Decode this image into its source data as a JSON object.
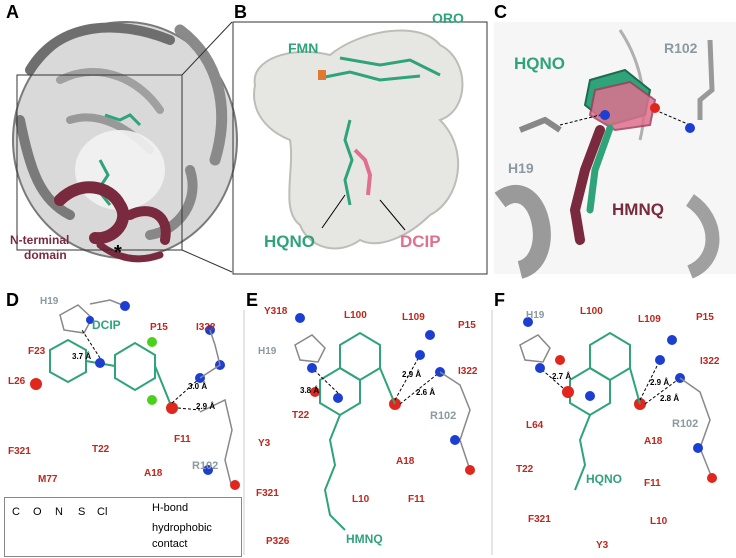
{
  "panels": {
    "A": "A",
    "B": "B",
    "C": "C",
    "D": "D",
    "E": "E",
    "F": "F"
  },
  "panel_a": {
    "nterm_line1": "N-terminal",
    "nterm_line2": "domain",
    "asterisk": "*"
  },
  "panel_b": {
    "fmn": "FMN",
    "oro": "ORO",
    "hqno": "HQNO",
    "dcip": "DCIP"
  },
  "panel_c": {
    "hqno": "HQNO",
    "r102": "R102",
    "h19": "H19",
    "hmnq": "HMNQ"
  },
  "panel_d": {
    "ligand": "DCIP",
    "residues": [
      "H19",
      "P15",
      "I322",
      "F23",
      "L26",
      "F321",
      "M77",
      "T22",
      "A18",
      "F11",
      "R102"
    ],
    "distances": [
      "3.7 Å",
      "3.0 Å",
      "2.9 Å"
    ]
  },
  "panel_e": {
    "ligand": "HMNQ",
    "residues": [
      "Y318",
      "L100",
      "L109",
      "P15",
      "H19",
      "I322",
      "T22",
      "R102",
      "Y3",
      "A18",
      "F321",
      "L10",
      "F11",
      "P326"
    ],
    "distances": [
      "3.8 Å",
      "2.9 Å",
      "2.6 Å"
    ]
  },
  "panel_f": {
    "ligand": "HQNO",
    "residues": [
      "H19",
      "L100",
      "L109",
      "P15",
      "I322",
      "L64",
      "R102",
      "A18",
      "T22",
      "F11",
      "F321",
      "L10",
      "Y3"
    ],
    "distances": [
      "2.7 Å",
      "2.9 Å",
      "2.8 Å"
    ]
  },
  "legend": {
    "atoms": [
      "C",
      "O",
      "N",
      "S",
      "Cl"
    ],
    "hbond": "H-bond",
    "hydrophobic_line1": "hydrophobic",
    "hydrophobic_line2": "contact"
  },
  "colors": {
    "green": "#2fa37a",
    "pink": "#e0708e",
    "maroon": "#7a2a3e",
    "grey_label": "#8a9aa0",
    "residue_red": "#c0261d",
    "oxygen": "#e0261d",
    "nitrogen": "#1c3fd1",
    "sulfur": "#f07a10",
    "chlorine": "#4ad11c"
  }
}
